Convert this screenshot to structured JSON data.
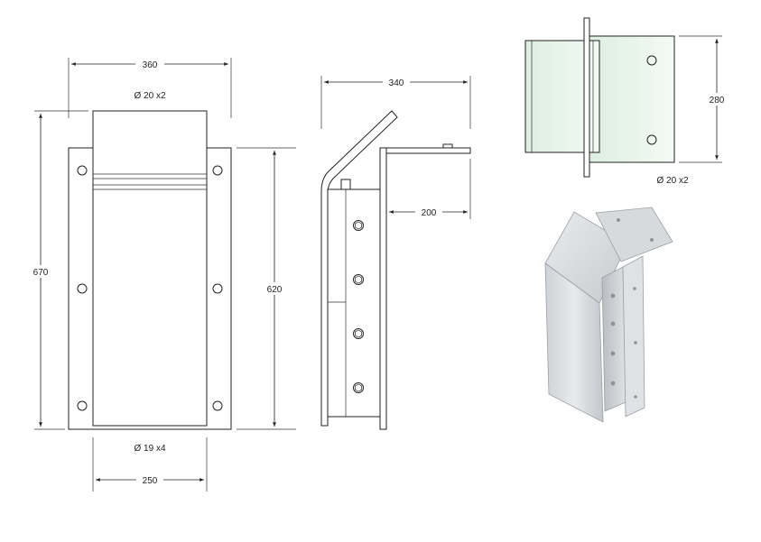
{
  "front_view": {
    "width_top": "360",
    "height_total": "670",
    "height_inner": "620",
    "holes_top_note": "Ø 20 x2",
    "holes_bottom_note": "Ø 19 x4",
    "width_bottom": "250"
  },
  "side_view": {
    "width": "340",
    "depth": "200"
  },
  "top_view": {
    "height": "280",
    "holes_note": "Ø 20 x2"
  },
  "colors": {
    "line": "#222222",
    "plate_tint": "#e8f3ea",
    "metal_light": "#e6e8ea",
    "metal_mid": "#c9ccd0",
    "metal_dark": "#9a9ea3"
  }
}
